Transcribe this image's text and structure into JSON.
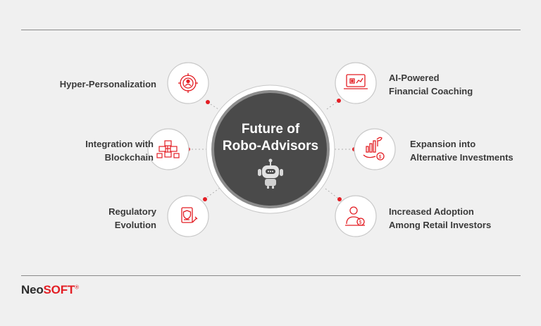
{
  "hub": {
    "line1": "Future of",
    "line2": "Robo-Advisors",
    "icon": "robot-icon"
  },
  "left_items": [
    {
      "label_lines": [
        "Hyper-Personalization"
      ],
      "icon": "target-person-icon"
    },
    {
      "label_lines": [
        "Integration with",
        "Blockchain"
      ],
      "icon": "blockchain-cubes-icon"
    },
    {
      "label_lines": [
        "Regulatory",
        "Evolution"
      ],
      "icon": "document-shield-icon"
    }
  ],
  "right_items": [
    {
      "label_lines": [
        "AI-Powered",
        "Financial Coaching"
      ],
      "icon": "laptop-chart-icon"
    },
    {
      "label_lines": [
        "Expansion into",
        "Alternative Investments"
      ],
      "icon": "investment-growth-icon"
    },
    {
      "label_lines": [
        "Increased Adoption",
        "Among Retail Investors"
      ],
      "icon": "investor-icon"
    }
  ],
  "brand": {
    "neo": "Neo",
    "soft": "SOFT",
    "reg": "®"
  },
  "colors": {
    "accent": "#e31e24",
    "hub": "#4a4a4a",
    "hub_ring": "#8c8c8c",
    "text": "#3a3a3a",
    "background": "#f0f0f0"
  }
}
